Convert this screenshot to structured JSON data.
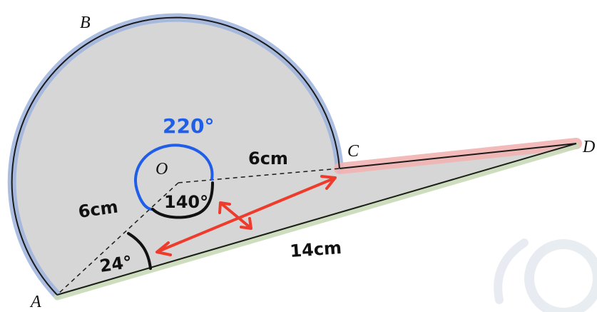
{
  "points": {
    "A": "A",
    "B": "B",
    "C": "C",
    "D": "D",
    "O": "O"
  },
  "annotations": {
    "reflex_angle": "220°",
    "angle_AOC": "140°",
    "angle_OAD": "24°",
    "radius_OC": "6cm",
    "radius_OA": "6cm",
    "length_AD": "14cm"
  },
  "colors": {
    "region_fill": "#d6d6d6",
    "arc_highlight": "#9db3dd",
    "cd_highlight": "#f2b3b3",
    "ad_highlight": "#c8dab8",
    "angle_220": "#1f5ee8",
    "distance_arrow": "#ee3b2b",
    "watermark": "#e4e9ef"
  },
  "icons": {
    "watermark": "watermark-glyph",
    "distance_arrow": "double-headed-arrow-icon"
  }
}
